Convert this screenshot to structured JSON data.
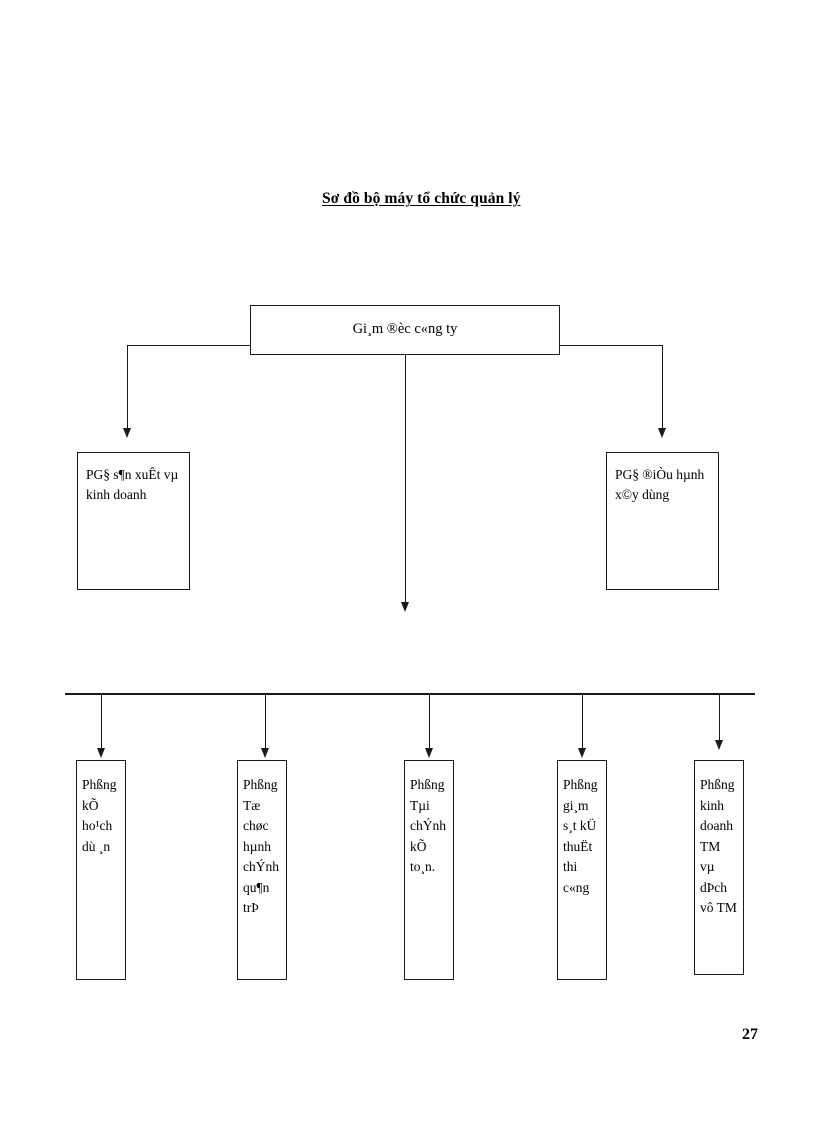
{
  "document": {
    "title": "Sơ đồ bộ máy tổ chức quản lý",
    "page_number": "27"
  },
  "chart_data": {
    "type": "diagram",
    "title": "Sơ đồ bộ máy tổ chức quản lý",
    "diagram_kind": "organizational-hierarchy",
    "levels": 3,
    "nodes": [
      {
        "id": "director",
        "level": 1,
        "label": "Gi¸m ®èc c«ng ty"
      },
      {
        "id": "vp-production",
        "level": 2,
        "label": "PG§ s¶n xuÊt vµ\nkinh doanh"
      },
      {
        "id": "vp-construction",
        "level": 2,
        "label": "PG§ ®iÒu hµnh\nx©y dùng"
      },
      {
        "id": "dept-1",
        "level": 3,
        "label": "Phßng\nkÕ\nho¹ch\ndù ¸n"
      },
      {
        "id": "dept-2",
        "level": 3,
        "label": "Phßng\nTæ\nchøc\nhµnh\nchÝnh\nqu¶n\ntrÞ"
      },
      {
        "id": "dept-3",
        "level": 3,
        "label": "Phßng\nTµi\nchÝnh\nkÕ\nto¸n."
      },
      {
        "id": "dept-4",
        "level": 3,
        "label": "Phßng\ngi¸m\ns¸t kÜ\nthuËt\nthi\nc«ng"
      },
      {
        "id": "dept-5",
        "level": 3,
        "label": "Phßng\nkinh\ndoanh\nTM\nvµ\ndÞch\nvô TM"
      }
    ],
    "edges": [
      {
        "from": "director",
        "to": "vp-production",
        "style": "elbow-arrow"
      },
      {
        "from": "director",
        "to": "vp-construction",
        "style": "elbow-arrow"
      },
      {
        "from": "director",
        "to": "distribution-bar",
        "style": "straight-arrow"
      },
      {
        "from": "distribution-bar",
        "to": "dept-1",
        "style": "straight-arrow"
      },
      {
        "from": "distribution-bar",
        "to": "dept-2",
        "style": "straight-arrow"
      },
      {
        "from": "distribution-bar",
        "to": "dept-3",
        "style": "straight-arrow"
      },
      {
        "from": "distribution-bar",
        "to": "dept-4",
        "style": "straight-arrow"
      },
      {
        "from": "distribution-bar",
        "to": "dept-5",
        "style": "straight-arrow"
      }
    ],
    "colors": {
      "stroke": "#1a1a1a",
      "fill": "#ffffff",
      "background": "#ffffff"
    }
  }
}
